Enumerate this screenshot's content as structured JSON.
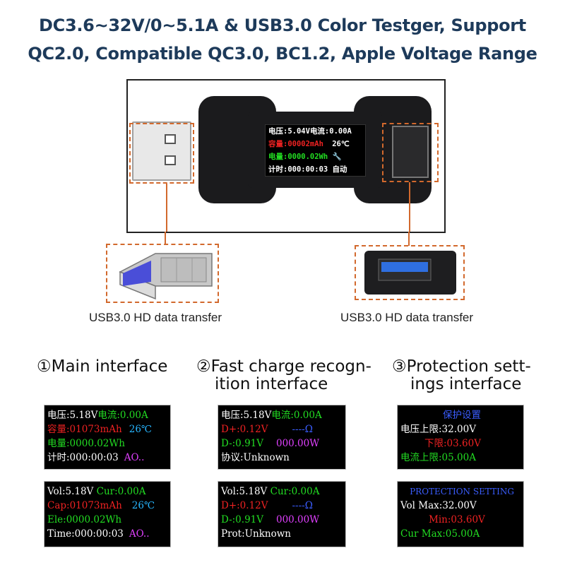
{
  "headline": {
    "line1": "DC3.6~32V/0~5.1A & USB3.0 Color Testger, Support",
    "line2": "QC2.0, Compatible QC3.0, BC1.2, Apple Voltage Range"
  },
  "device_screen": {
    "row1_a": "电压:5.04V",
    "row1_b": "电流:0.00A",
    "row2_a": "容量:00002mAh",
    "row2_b": "26℃",
    "row3_a": "电量:0000.02Wh",
    "row4_a": "计时:000:00:03",
    "row4_b": "自动"
  },
  "captions": {
    "left": "USB3.0 HD data transfer",
    "right": "USB3.0 HD data transfer"
  },
  "sections": {
    "main": {
      "line1": "①Main interface",
      "line2": ""
    },
    "fast": {
      "line1": "②Fast charge recogn-",
      "line2": "ition interface"
    },
    "prot": {
      "line1": "③Protection sett-",
      "line2": "ings interface"
    }
  },
  "screens": {
    "main_cn": {
      "r1a": "电压:5.18V",
      "r1b": "电流:0.00A",
      "r2a": "容量:01073mAh",
      "r2b": "26℃",
      "r3a": "电量:0000.02Wh",
      "r4a": "计时:000:00:03",
      "r4b": "AO.."
    },
    "fast_cn": {
      "r1a": "电压:5.18V",
      "r1b": "电流:0.00A",
      "r2a": "D+:0.12V",
      "r2b": "----Ω",
      "r3a": "D-:0.91V",
      "r3b": "000.00W",
      "r4a": "协议:Unknown"
    },
    "prot_cn": {
      "title": "保护设置",
      "r1": "电压上限:32.00V",
      "r2": "下限:03.60V",
      "r3": "电流上限:05.00A"
    },
    "main_en": {
      "r1a": "Vol:5.18V",
      "r1b": "Cur:0.00A",
      "r2a": "Cap:01073mAh",
      "r2b": "26℃",
      "r3a": "Ele:0000.02Wh",
      "r4a": "Time:000:00:03",
      "r4b": "AO.."
    },
    "fast_en": {
      "r1a": "Vol:5.18V",
      "r1b": "Cur:0.00A",
      "r2a": "D+:0.12V",
      "r2b": "----Ω",
      "r3a": "D-:0.91V",
      "r3b": "000.00W",
      "r4a": "Prot:Unknown"
    },
    "prot_en": {
      "title": "PROTECTION SETTING",
      "r1": "Vol Max:32.00V",
      "r2": "Min:03.60V",
      "r3": "Cur Max:05.00A"
    }
  },
  "colors": {
    "accent_dashed": "#d2692d",
    "headline": "#1d3a5a"
  }
}
